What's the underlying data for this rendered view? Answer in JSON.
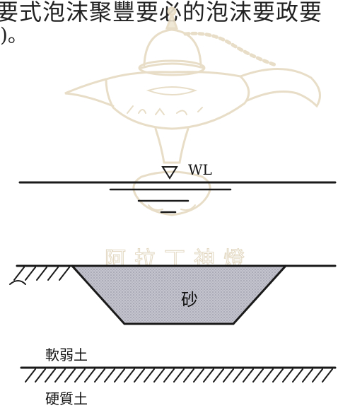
{
  "header": {
    "line1": "要式泡沫聚豐要必的泡沫要政要",
    "line2": ")。"
  },
  "diagram": {
    "water_level_label": "WL",
    "sand_label": "砂",
    "soft_soil_label": "軟弱土",
    "hard_soil_label": "硬質土"
  },
  "watermark": {
    "text": "阿拉丁神燈",
    "icon": "magic-lamp-icon"
  },
  "colors": {
    "line": "#1a1a1a",
    "sand_fill": "#b8b8c4",
    "watermark": "#e7dcc4"
  }
}
